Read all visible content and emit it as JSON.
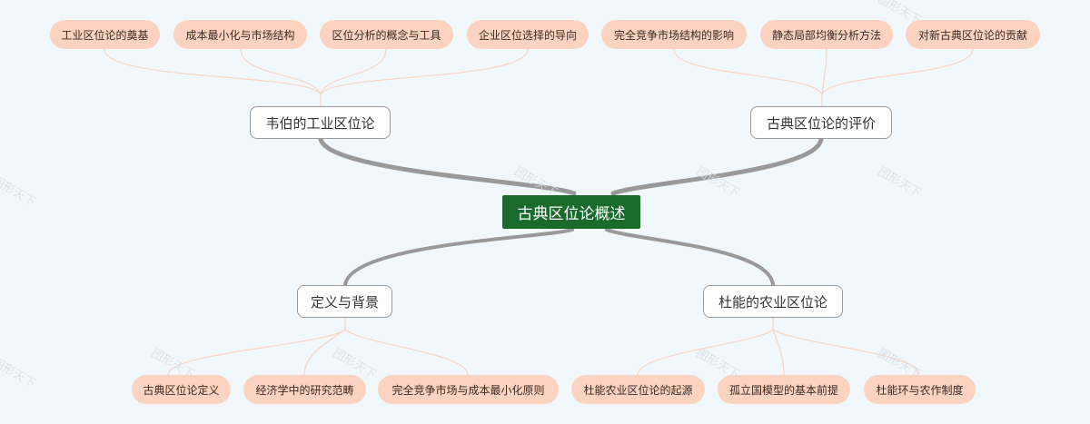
{
  "central": "古典区位论概述",
  "branches": {
    "weber": "韦伯的工业区位论",
    "evaluation": "古典区位论的评价",
    "definition": "定义与背景",
    "thunen": "杜能的农业区位论"
  },
  "leaves": {
    "weber": [
      "工业区位论的奠基",
      "成本最小化与市场结构",
      "区位分析的概念与工具",
      "企业区位选择的导向"
    ],
    "evaluation": [
      "完全竞争市场结构的影响",
      "静态局部均衡分析方法",
      "对新古典区位论的贡献"
    ],
    "definition": [
      "古典区位论定义",
      "经济学中的研究范畴",
      "完全竞争市场与成本最小化原则"
    ],
    "thunen": [
      "杜能农业区位论的起源",
      "孤立国模型的基本前提",
      "杜能环与农作制度"
    ]
  },
  "watermark": "图形天下",
  "colors": {
    "background": "#f1f8fc",
    "central_fill": "#1a6a2c",
    "leaf_fill": "#fbd3c0",
    "trunk_line": "#999999",
    "leaf_line": "#f7d3c4"
  }
}
